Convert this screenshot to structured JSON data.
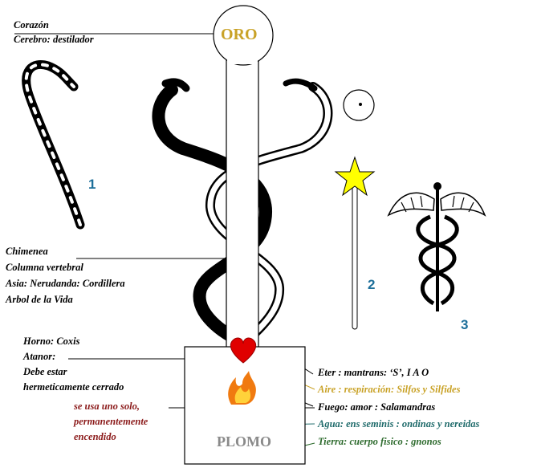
{
  "labels": {
    "top_left": [
      "Corazón",
      "Cerebro: destilador"
    ],
    "middle_left": [
      "Chimenea",
      "Columna vertebral",
      "Asia: Nerudanda: Cordillera",
      "Arbol de la Vida"
    ],
    "bottom_left": [
      "Horno: Coxis",
      "Atanor:",
      "Debe estar",
      "hermeticamente cerrado"
    ],
    "red_note": [
      "se usa uno solo,",
      "permanentemente",
      "encendido"
    ],
    "right": {
      "eter": "Eter : mantrans:  ‘S’,   I A O",
      "aire": "Aire : respiración: Silfos y Silfides",
      "fuego": "Fuego:  amor : Salamandras",
      "agua": "Agua: ens seminis : ondinas y nereidas",
      "tierra": "Tierra: cuerpo fisico : gnonos"
    }
  },
  "oro": "ORO",
  "plomo": "PLOMO",
  "numbers": [
    "1",
    "2",
    "3"
  ],
  "colors": {
    "oro": "#c9a227",
    "plomo": "#8a8a8a",
    "aire": "#c9a227",
    "fuego_note": "#8b1a1a",
    "agua": "#1f6b6b",
    "tierra": "#2e6b2e",
    "numbers": "#1d6f9a"
  },
  "icons": [
    "crook-staff-icon",
    "crescent-moon-icon",
    "sun-circle-icon",
    "star-wand-icon",
    "caduceus-icon",
    "heart-icon",
    "flame-icon"
  ]
}
